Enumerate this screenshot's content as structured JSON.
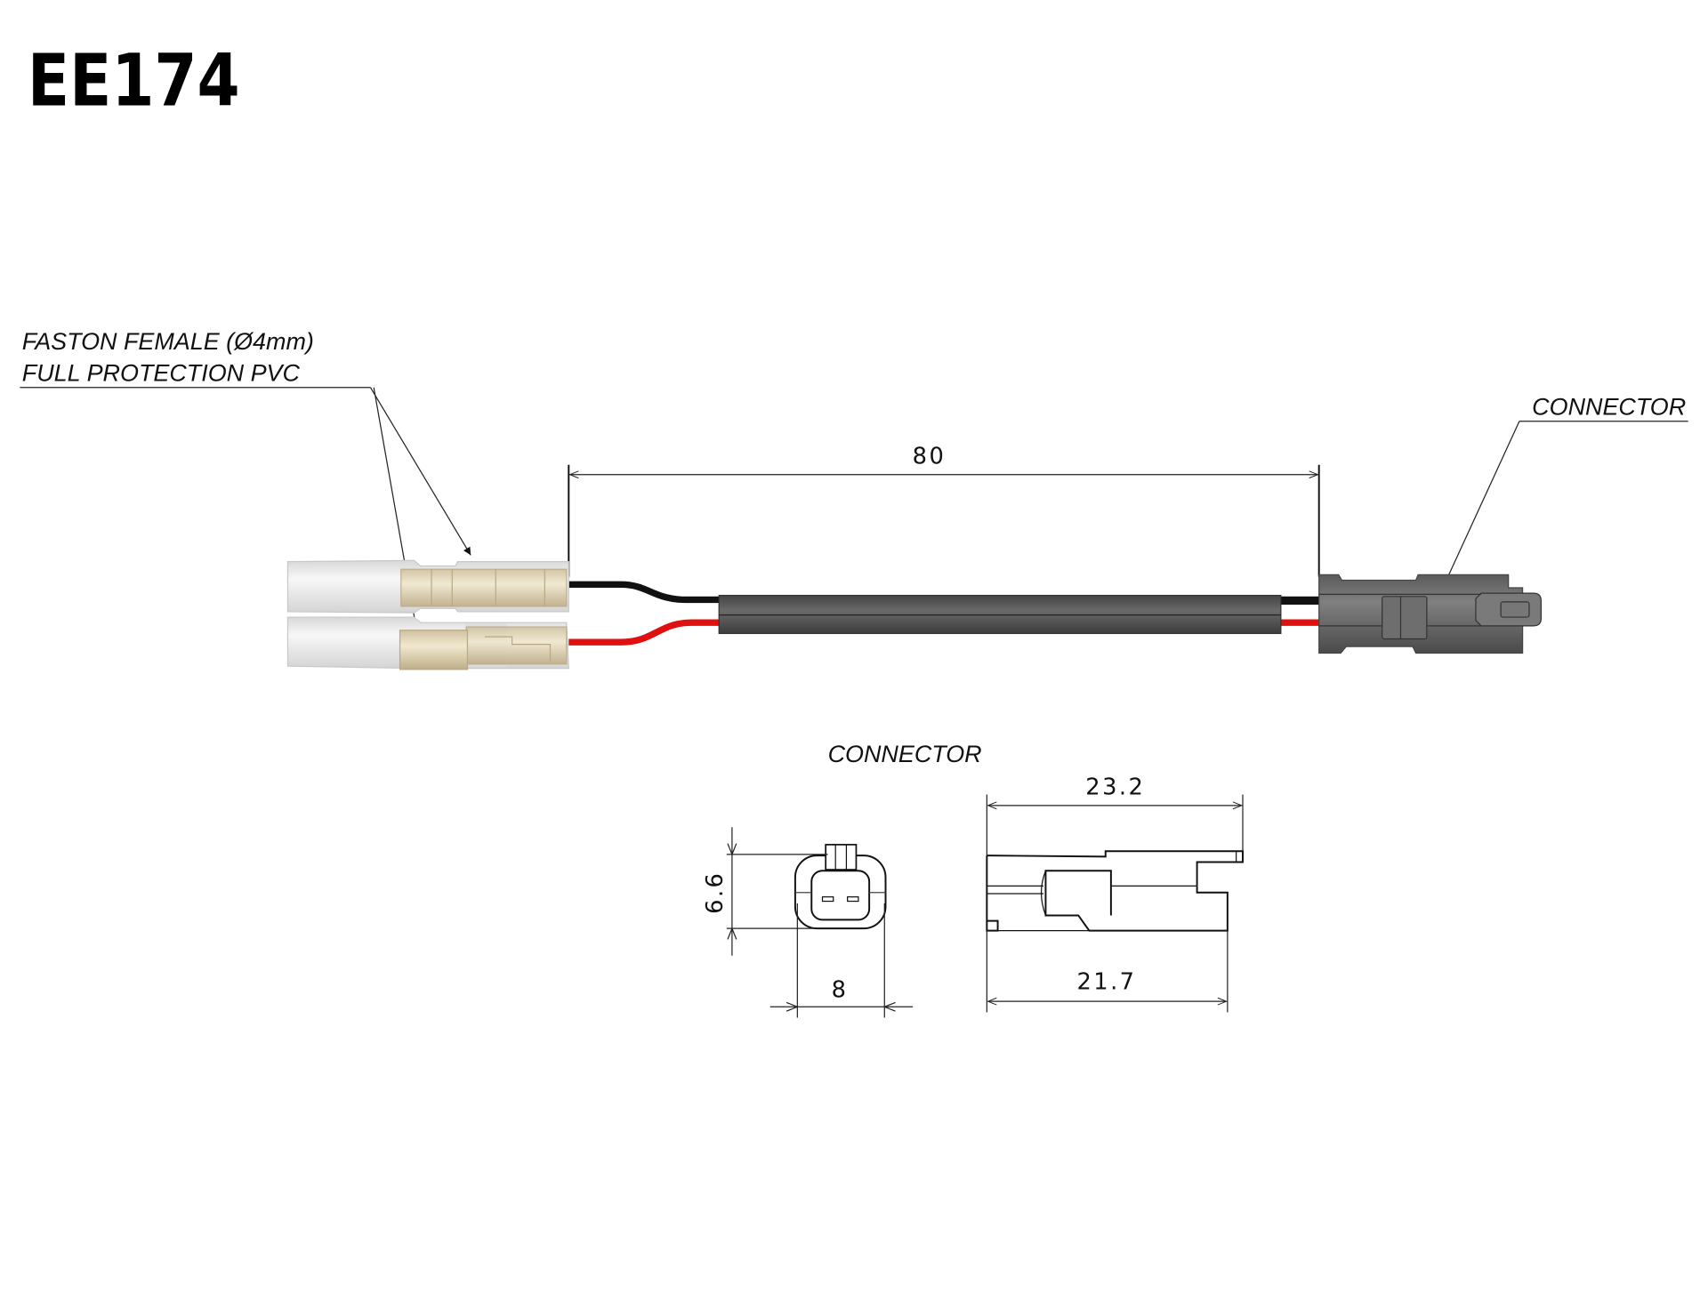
{
  "title": "EE174",
  "labels": {
    "faston_line1": "FASTON FEMALE (Ø4mm)",
    "faston_line2": "FULL PROTECTION PVC",
    "connector_callout": "CONNECTOR",
    "connector_detail_title": "CONNECTOR"
  },
  "dimensions": {
    "cable_length": "80",
    "connector_height": "6.6",
    "connector_width": "8",
    "connector_total_length": "23.2",
    "connector_body_length": "21.7"
  },
  "colors": {
    "wire_black": "#111111",
    "wire_red": "#e01010",
    "sheath": "#555555",
    "connector": "#6e6e6e",
    "faston_metal": "#e8dcbf",
    "faston_pvc": "#ececec"
  }
}
